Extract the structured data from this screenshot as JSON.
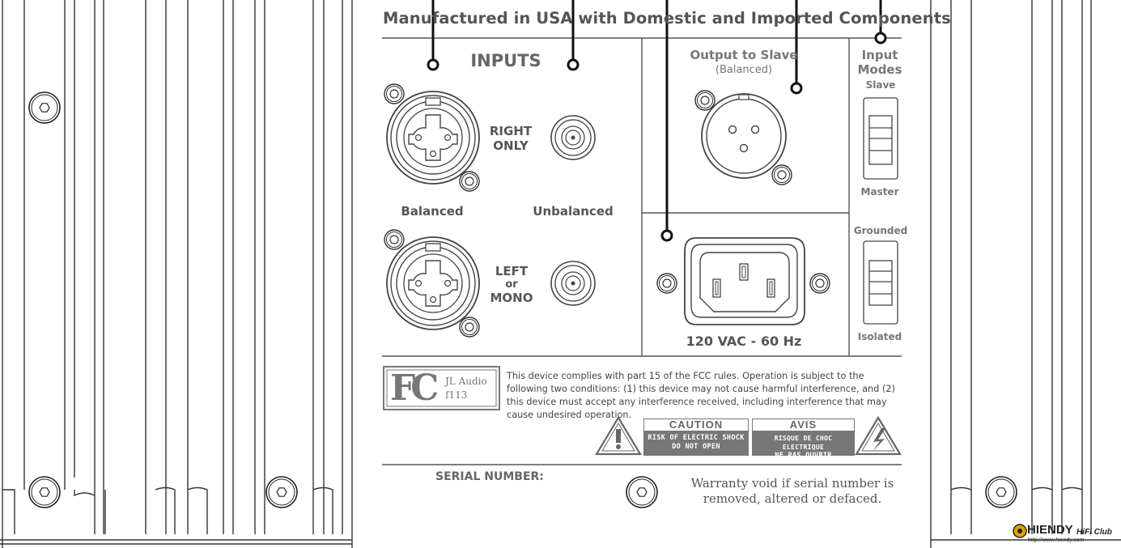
{
  "header": {
    "title": "Manufactured in USA with Domestic and Imported Components"
  },
  "inputs": {
    "heading": "INPUTS",
    "right_line1": "RIGHT",
    "right_line2": "ONLY",
    "left_line1": "LEFT",
    "left_line2": "or",
    "left_line3": "MONO",
    "balanced": "Balanced",
    "unbalanced": "Unbalanced"
  },
  "output": {
    "title": "Output to Slave",
    "subtitle": "(Balanced)"
  },
  "power": {
    "rating": "120 VAC - 60 Hz"
  },
  "input_modes": {
    "title_line1": "Input",
    "title_line2": "Modes",
    "slave": "Slave",
    "master": "Master"
  },
  "ground": {
    "grounded": "Grounded",
    "isolated": "Isolated"
  },
  "fcc": {
    "logo_text": "FC",
    "brand": "JL Audio",
    "model": "f113",
    "notice": "This device complies with part 15 of the FCC rules. Operation is subject to the following two conditions: (1) this device may not cause harmful interference, and (2) this device must accept any interference received, including interference that may cause undesired operation."
  },
  "caution": {
    "title": "CAUTION",
    "line1": "RISK OF ELECTRIC SHOCK",
    "line2": "DO NOT OPEN"
  },
  "avis": {
    "title": "AVIS",
    "line1": "RISQUE DE CHOC ELECTRIQUE",
    "line2": "NE PAS OUVRIR"
  },
  "serial": {
    "label": "SERIAL NUMBER:"
  },
  "warranty": {
    "line1": "Warranty void if serial number is",
    "line2": "removed, altered or defaced."
  },
  "watermark": {
    "brand": "HIENDY",
    "club": "HiFi Club",
    "url": "http://www.hiendy.com"
  },
  "colors": {
    "panel_line": "#555555",
    "text": "#555555",
    "warning_fill": "#777777",
    "callout": "#111111"
  }
}
